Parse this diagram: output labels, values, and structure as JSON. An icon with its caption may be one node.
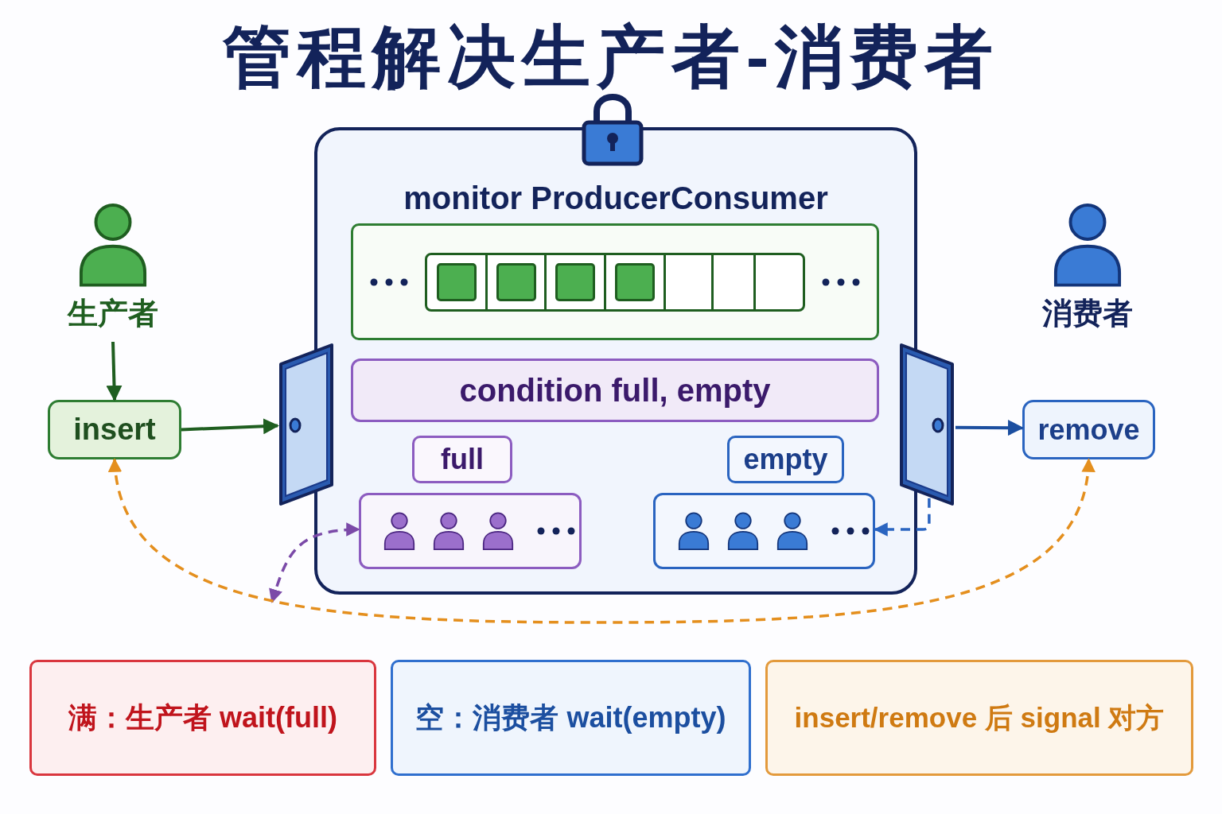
{
  "diagram": {
    "title": "管程解决生产者-消费者",
    "nodes": [
      {
        "text": [
          "monitor ProducerConsumer"
        ]
      },
      {
        "text": [],
        "shape": "box",
        "in": 0
      },
      {
        "text": [
          "condition full, empty"
        ],
        "in": 0
      },
      {
        "text": [
          "full"
        ],
        "in": 0
      },
      {
        "text": [
          "empty"
        ],
        "in": 0
      },
      {
        "text": [],
        "shape": "box",
        "in": 0
      },
      {
        "text": [],
        "shape": "box",
        "in": 0
      },
      {
        "text": [
          "生产者"
        ]
      },
      {
        "text": [
          "insert"
        ]
      },
      {
        "text": [
          "消费者"
        ]
      },
      {
        "text": [
          "remove"
        ]
      },
      {
        "text": [],
        "shape": "door"
      },
      {
        "text": [],
        "shape": "door"
      },
      {
        "text": [
          "满：生产者 wait(full)"
        ]
      },
      {
        "text": [
          "空：消费者 wait(empty)"
        ]
      },
      {
        "text": [
          "insert/remove 后 signal 对方"
        ]
      }
    ],
    "edges": [
      {
        "from": 7,
        "to": 8,
        "arrow": "to",
        "color": "#1f5e20"
      },
      {
        "from": 8,
        "to": 11,
        "arrow": "to",
        "color": "#1f5e20"
      },
      {
        "from": 12,
        "to": 10,
        "arrow": "to",
        "color": "#1c4fa0"
      },
      {
        "from": 12,
        "to": 6,
        "arrow": "to",
        "style": "dashed",
        "color": "#2a64c0"
      },
      {
        "from": null,
        "to": 5,
        "arrow": "both",
        "style": "dashed",
        "color": "#7b4aa8"
      },
      {
        "from": 8,
        "to": 10,
        "arrow": "both",
        "style": "dashed",
        "color": "#e48f1e"
      }
    ]
  }
}
